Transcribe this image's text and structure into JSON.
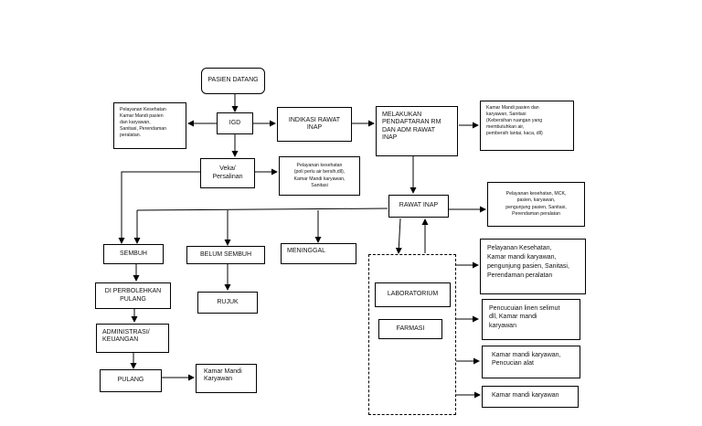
{
  "nodes": {
    "pasien_datang": "PASIEN DATANG",
    "igd": "IGD",
    "igd_note": "Pelayanan Kesehatan\nKamar Mandi pasien\ndan karyawan,\nSanitasi, Perendaman\nperalatan.",
    "indikasi": "INDIKASI RAWAT\nINAP",
    "pendaftaran": "MELAKUKAN\nPENDAFTARAN RM\nDAN ADM RAWAT\nINAP",
    "pendaftaran_note": "Kamar Mandi pasien dan\nkaryawan, Sanitasi\n(Kebersihan ruangan yang\nmembutuhkan air,\npembersih lantai, kaca, dll)",
    "veka": "Veka/\nPersalinan",
    "veka_note": "Pelayanan kesehatan\n(poli perlu air bersih,dll),\nKamar Mandi karyawan,\nSanitasi",
    "rawat_inap": "RAWAT INAP",
    "rawat_inap_note": "Pelayanan kesehatan, MCK,\npasien, karyawan,\npengunjung pasien, Sanitasi,\nPerendaman peralatan",
    "sembuh": "SEMBUH",
    "belum_sembuh": "BELUM SEMBUH",
    "meninggal": "MENINGGAL",
    "di_perbolehkan": "DI PERBOLEHKAN\nPULANG",
    "rujuk": "RUJUK",
    "administrasi": "ADMINISTRASI/\nKEUANGAN",
    "pulang": "PULANG",
    "pulang_note": "Kamar Mandi\nKaryawan",
    "laboratorium": "LABORATORIUM",
    "farmasi": "FARMASI",
    "note_lab_1": "Pelayanan Kesehatan,\nKamar mandi karyawan,\npengunjung pasien, Sanitasi,\nPerendaman peralatan",
    "note_lab_2": "Pencucuian linen selimut\ndll, Kamar mandi\nkaryawan",
    "note_lab_3": "Kamar mandi karyawan,\nPencucian alat",
    "note_lab_4": "Kamar mandi karyawan"
  }
}
